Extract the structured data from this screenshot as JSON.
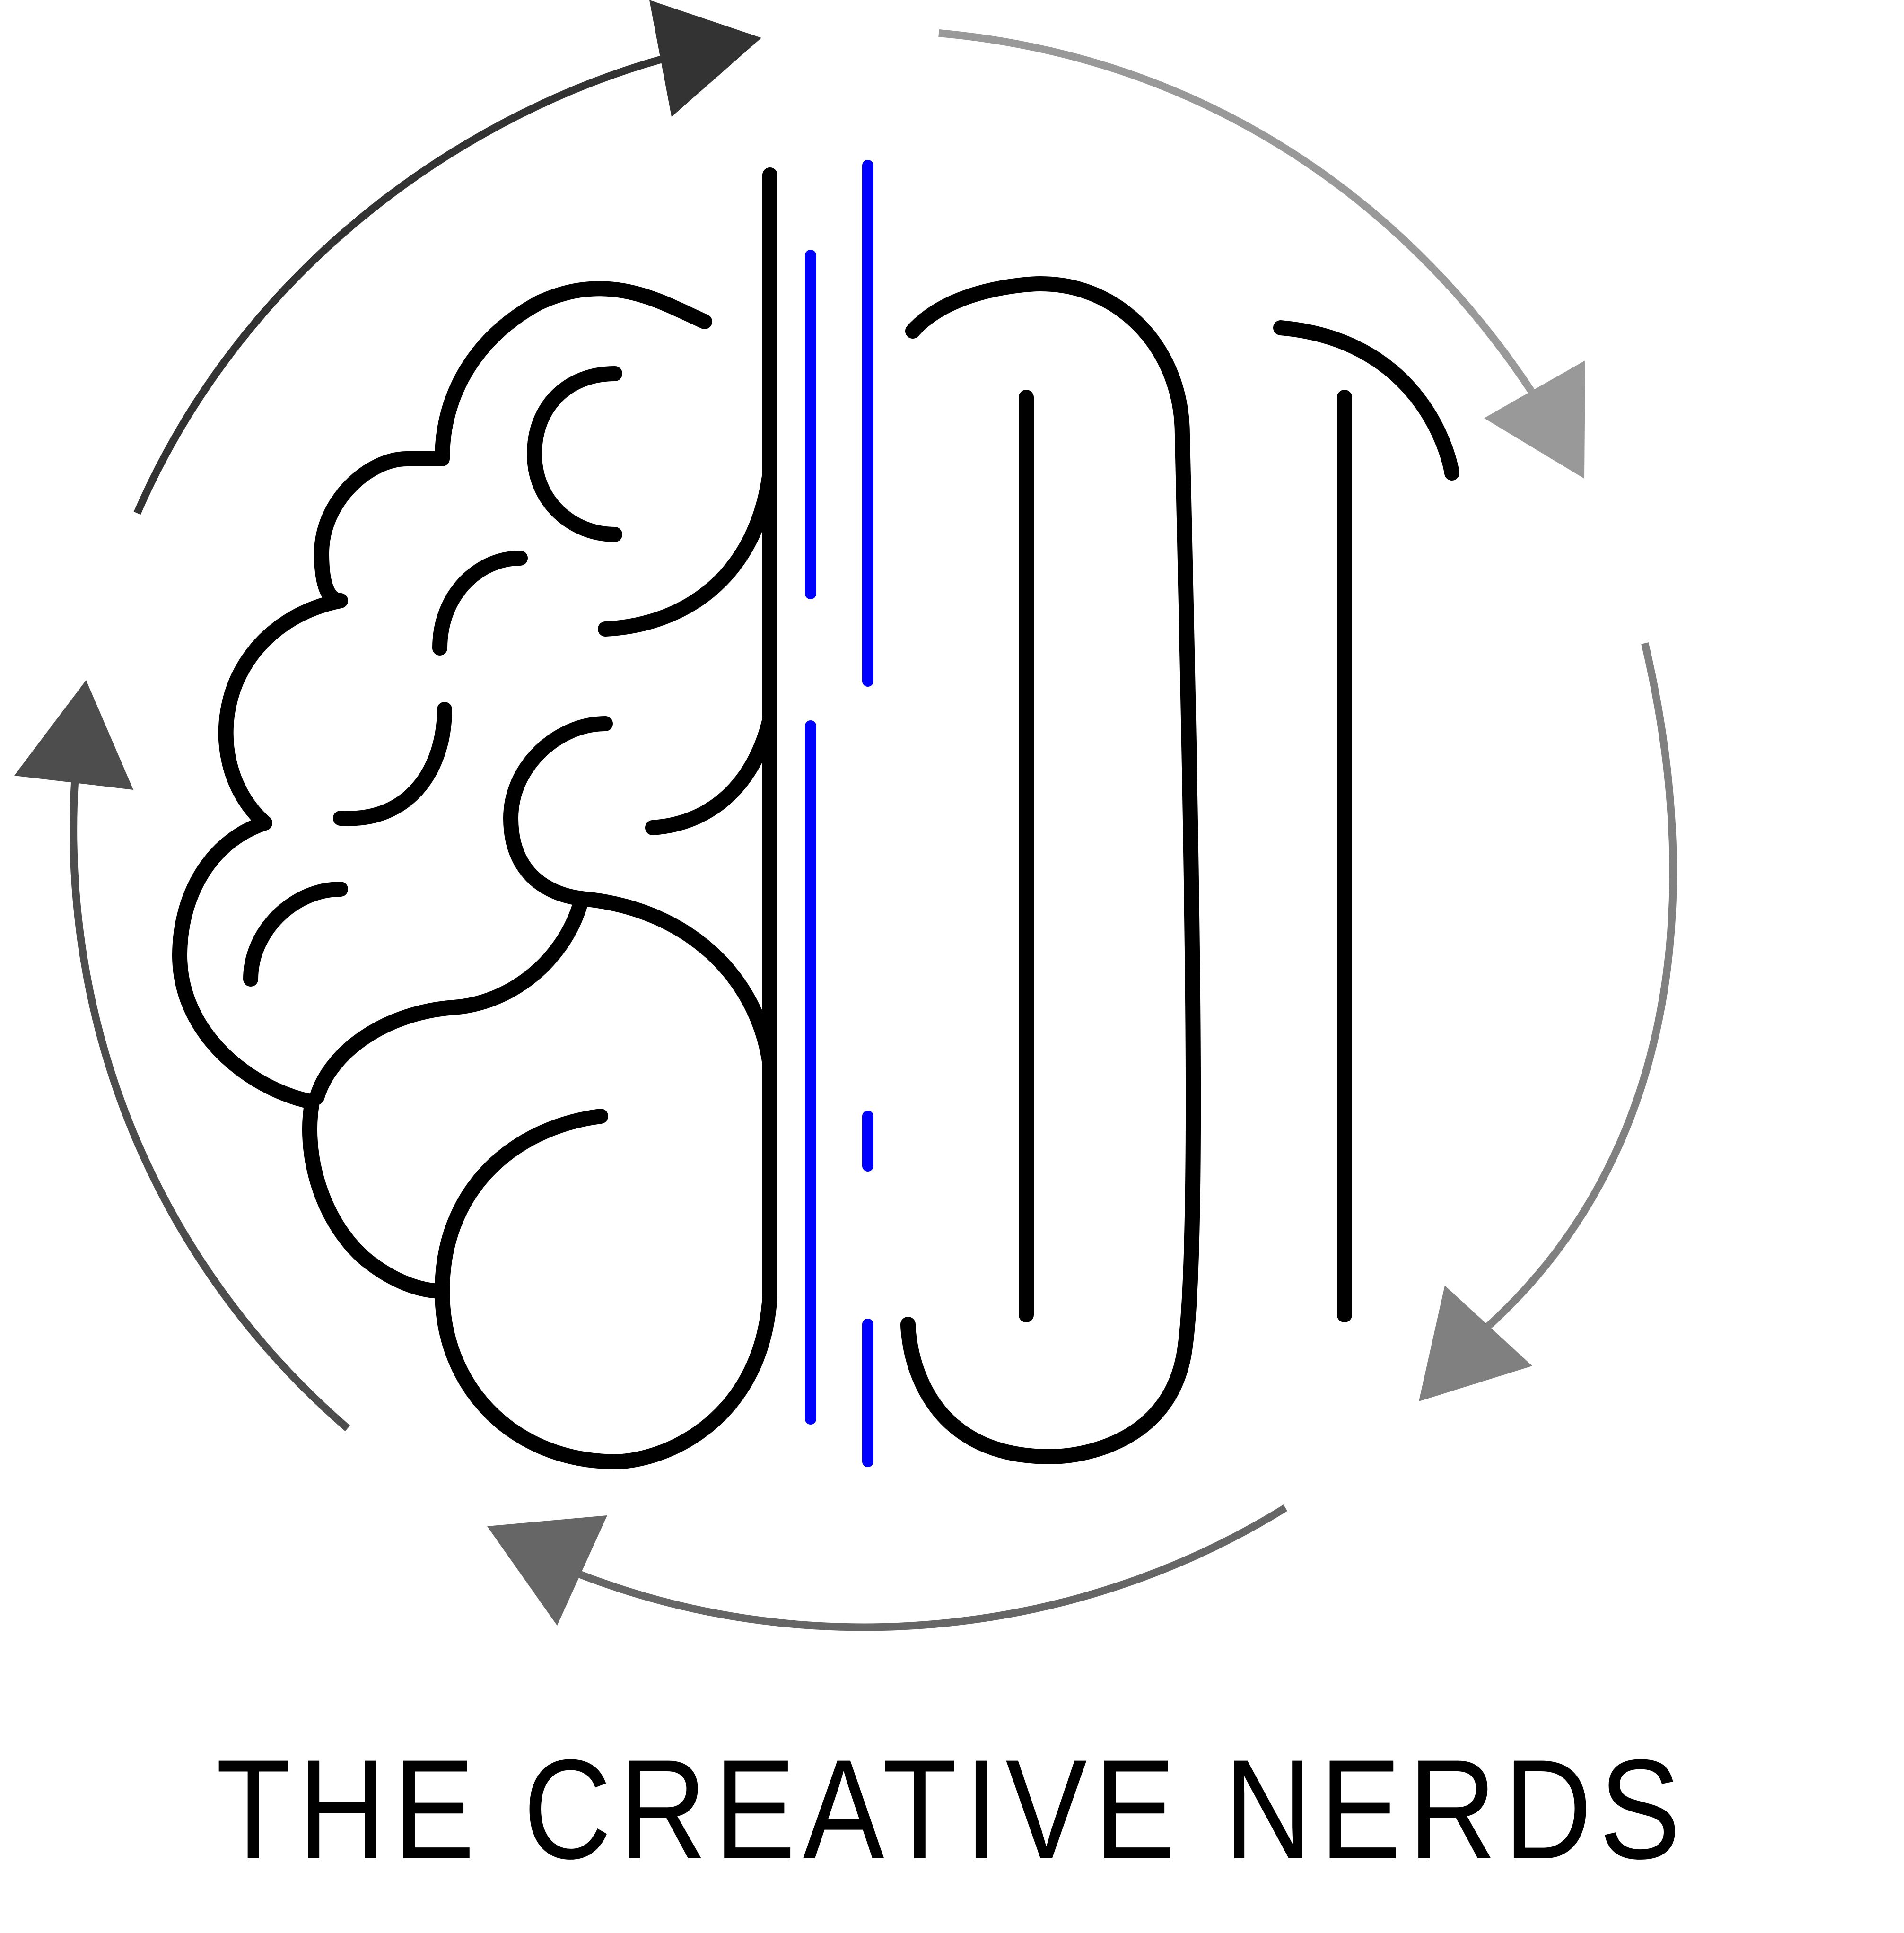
{
  "logo": {
    "wordmark": "THE CREATIVE NERDS",
    "icon_parts": [
      "brain-outline",
      "divider-lines",
      "letter-d",
      "letter-i",
      "cycle-arrows"
    ]
  },
  "colors": {
    "background": "#ffffff",
    "outline": "#000000",
    "accent_lines": "#0000ff",
    "arrow_top_left": "#333333",
    "arrow_top_right": "#999999",
    "arrow_right": "#808080",
    "arrow_bottom": "#666666",
    "arrow_left": "#4d4d4d"
  }
}
